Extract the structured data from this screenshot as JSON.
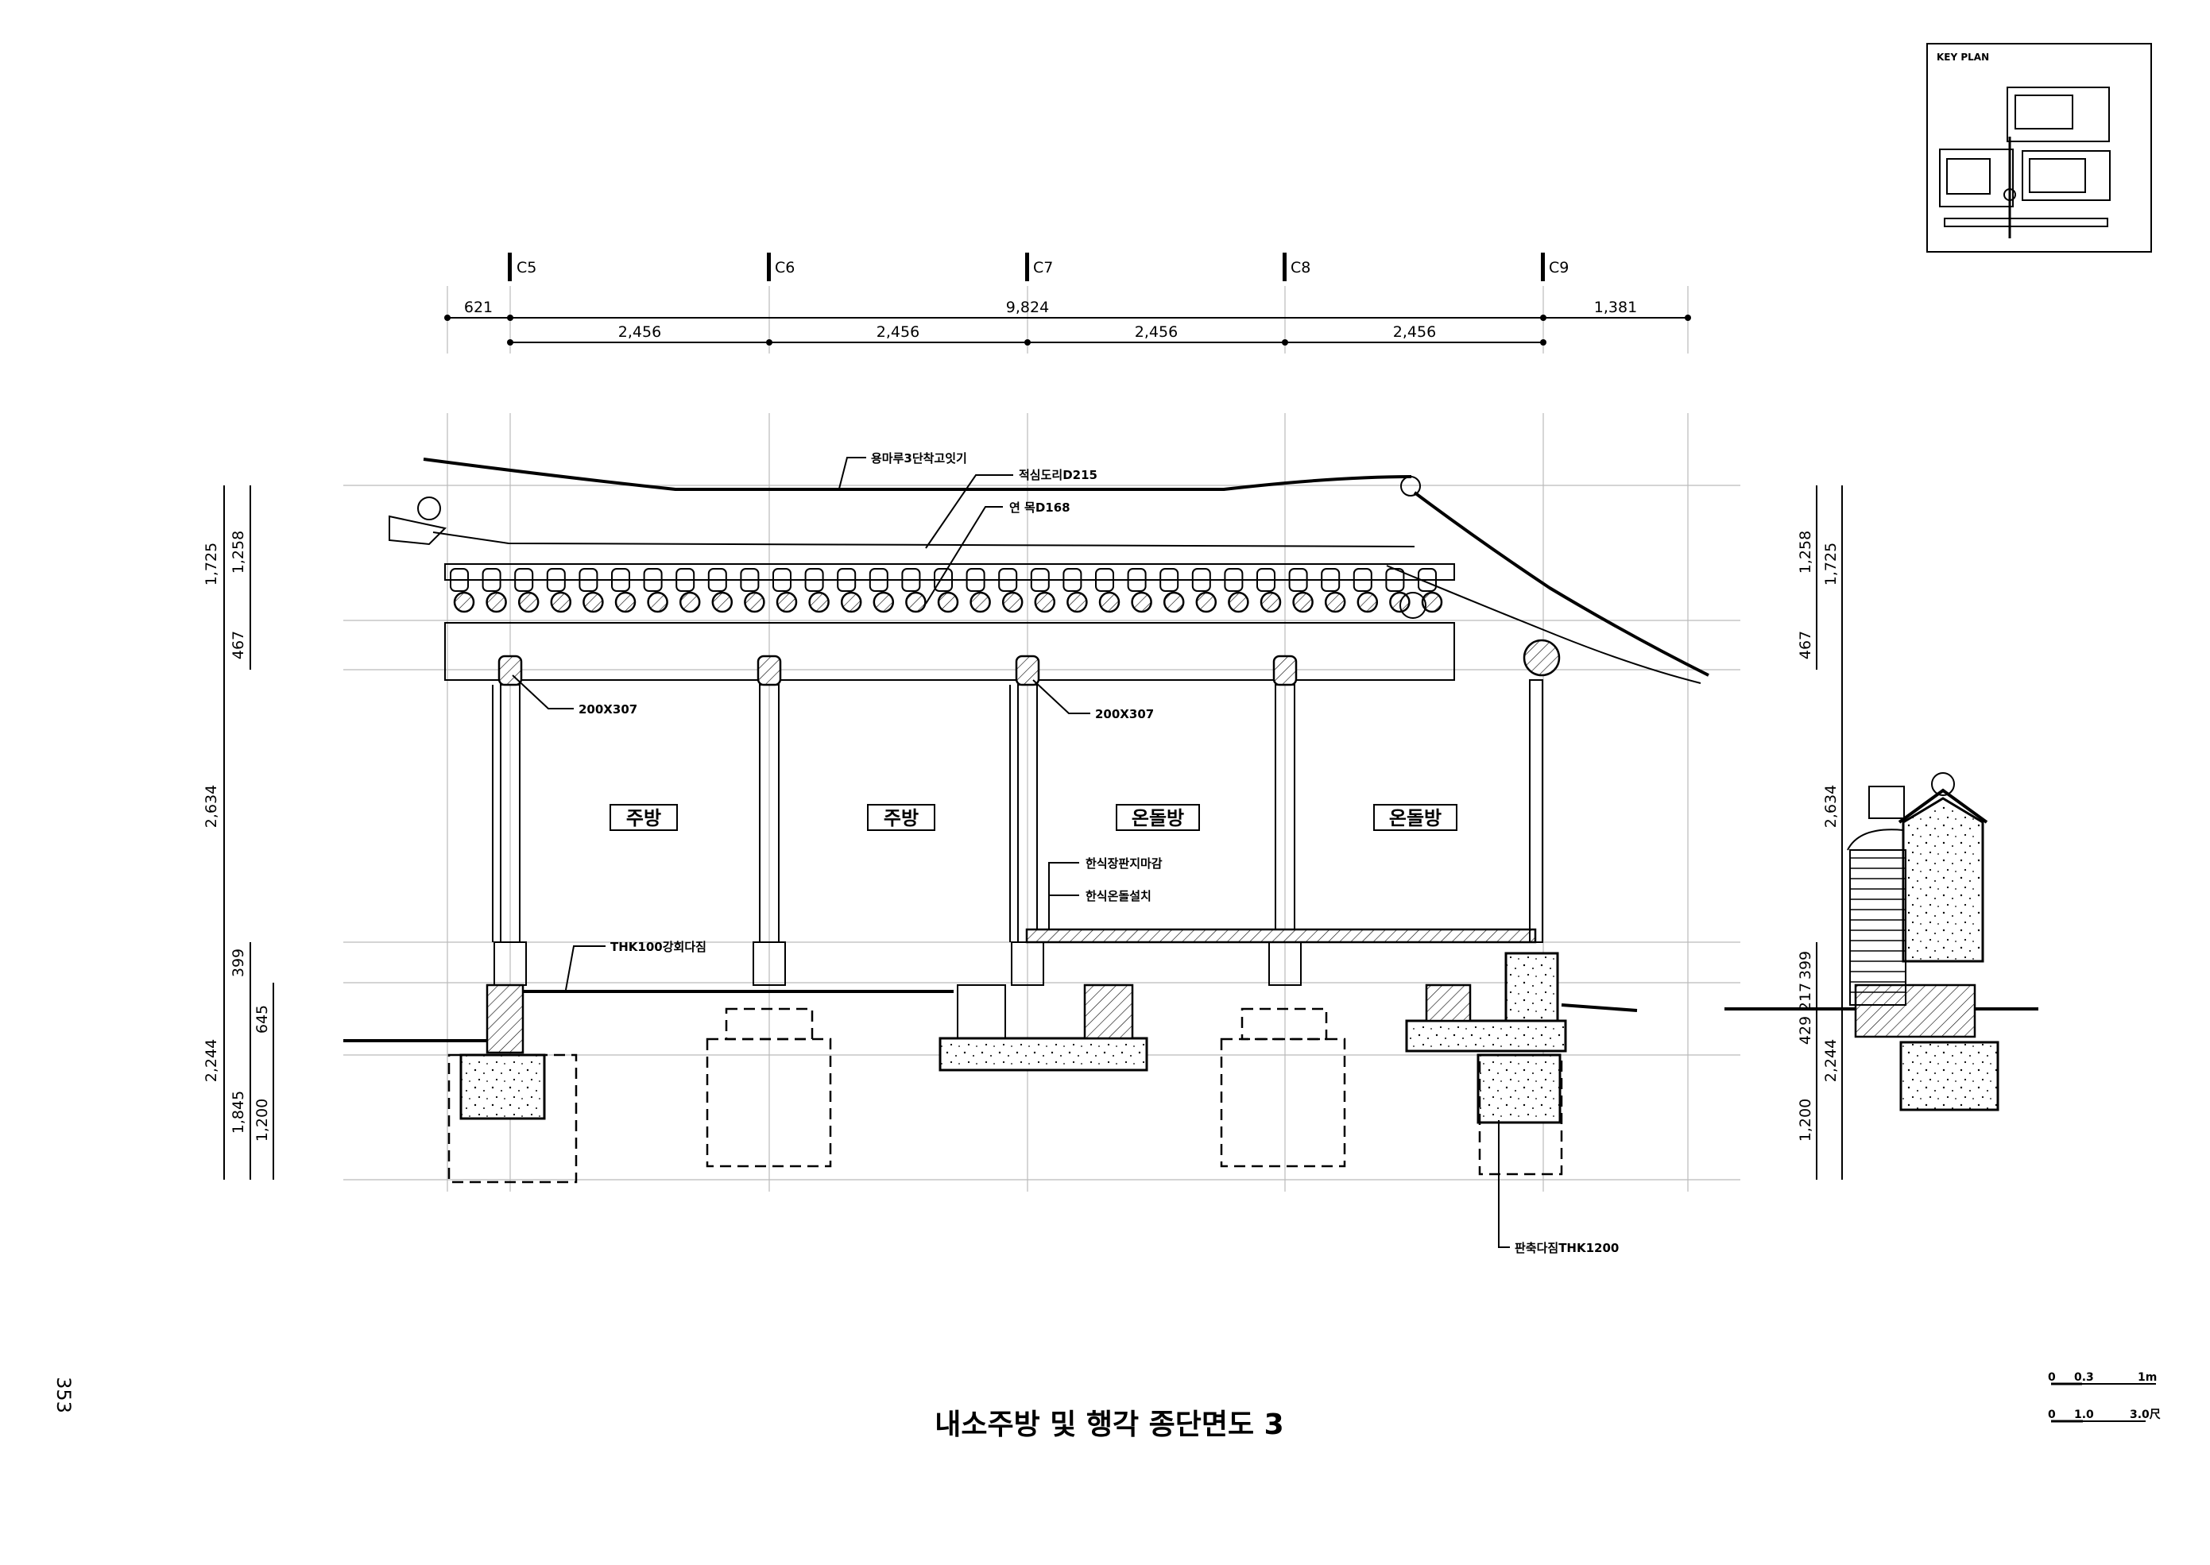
{
  "title": "내소주방 및 행각 종단면도 3",
  "page_number": "353",
  "key_plan": {
    "label": "KEY PLAN"
  },
  "columns": [
    "C5",
    "C6",
    "C7",
    "C8",
    "C9"
  ],
  "horizontal_dims": {
    "overall": [
      "621",
      "9,824",
      "1,381"
    ],
    "bays": [
      "2,456",
      "2,456",
      "2,456",
      "2,456"
    ]
  },
  "left_dims": {
    "outer": [
      "1,725",
      "2,634",
      "2,244"
    ],
    "middle": [
      "1,258",
      "467",
      "399",
      "1,845"
    ],
    "inner": [
      "645",
      "1,200"
    ]
  },
  "right_dims": {
    "inner": [
      "1,258",
      "467",
      "217",
      "399",
      "429",
      "1,200"
    ],
    "outer": [
      "1,725",
      "2,634",
      "2,244"
    ]
  },
  "rooms": [
    "주방",
    "주방",
    "온돌방",
    "온돌방"
  ],
  "annotations": {
    "ridge": "용마루3단착고잇기",
    "purlin": "적심도리D215",
    "rafter": "연 목D168",
    "beam_left": "200X307",
    "beam_right": "200X307",
    "floor_finish": "한식장판지마감",
    "ondol": "한식온돌설치",
    "slab": "THK100강회다짐",
    "compaction": "판축다짐THK1200"
  },
  "scale_bar": {
    "metric": [
      "0",
      "0.3",
      "1m"
    ],
    "cheok": [
      "0",
      "1.0",
      "3.0尺"
    ]
  }
}
